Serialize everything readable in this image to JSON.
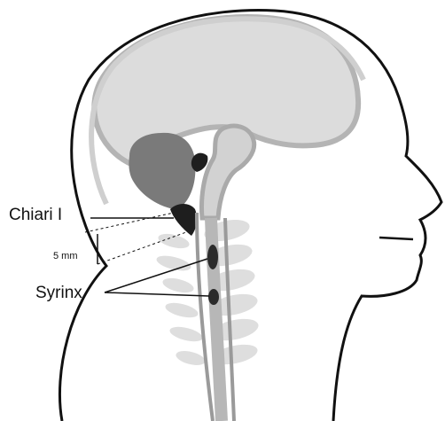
{
  "labels": {
    "chiari": "Chiari I",
    "measure": "5 mm",
    "syrinx": "Syrinx"
  },
  "colors": {
    "outline": "#111111",
    "brain": "#dcdcdc",
    "brain_rim": "#b4b4b4",
    "cerebellum": "#7a7a7a",
    "tonsil": "#1e1e1e",
    "vertebra": "#dedede",
    "cord": "#b7b7b7",
    "syrinx": "#2b2b2b"
  }
}
